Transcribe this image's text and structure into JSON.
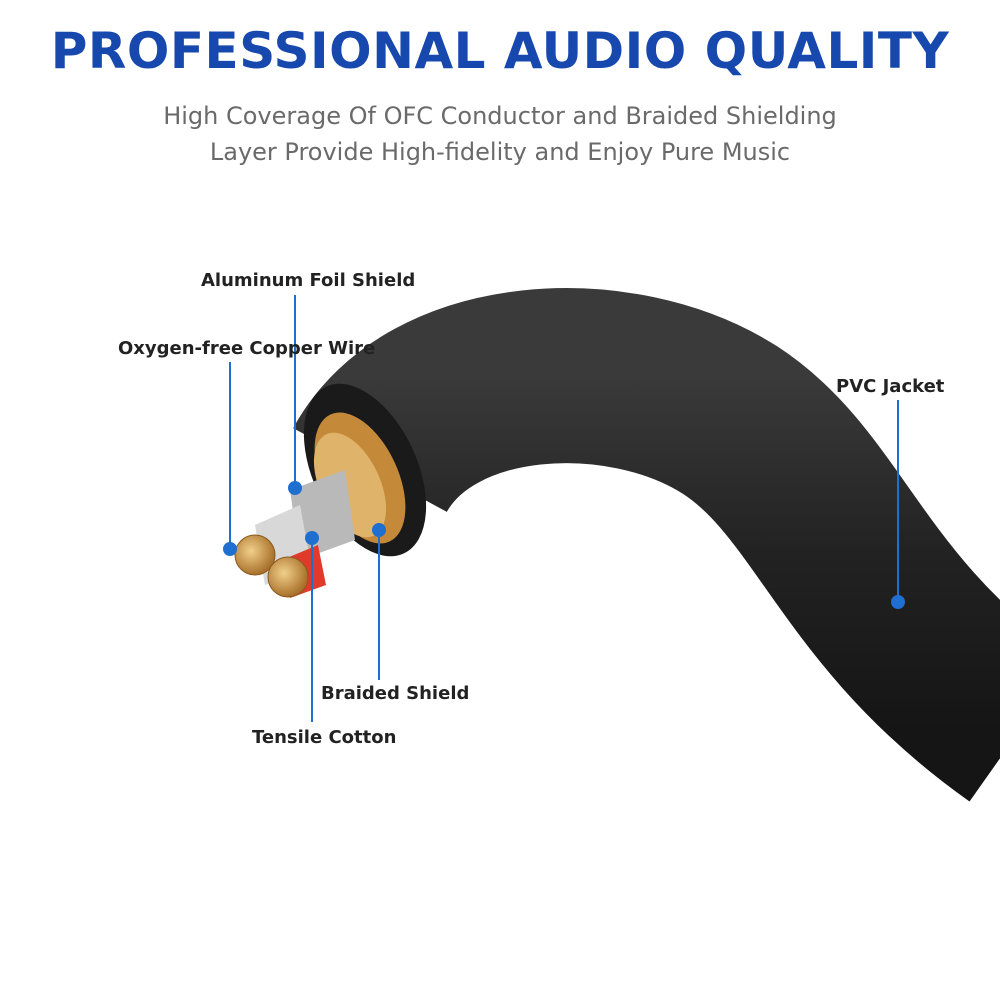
{
  "header": {
    "title": "PROFESSIONAL AUDIO QUALITY",
    "subtitle_line1": "High Coverage Of OFC Conductor and Braided Shielding",
    "subtitle_line2": "Layer Provide High-fidelity and Enjoy Pure Music"
  },
  "callouts": {
    "aluminum_foil_shield": "Aluminum Foil Shield",
    "oxygen_free_copper_wire": "Oxygen-free Copper Wire",
    "pvc_jacket": "PVC Jacket",
    "braided_shield": "Braided Shield",
    "tensile_cotton": "Tensile Cotton"
  },
  "colors": {
    "title": "#1748ae",
    "callout_line": "#1f6fd0",
    "jacket": "#262626",
    "copper": "#c9953f",
    "red_insulation": "#e03a2a"
  }
}
